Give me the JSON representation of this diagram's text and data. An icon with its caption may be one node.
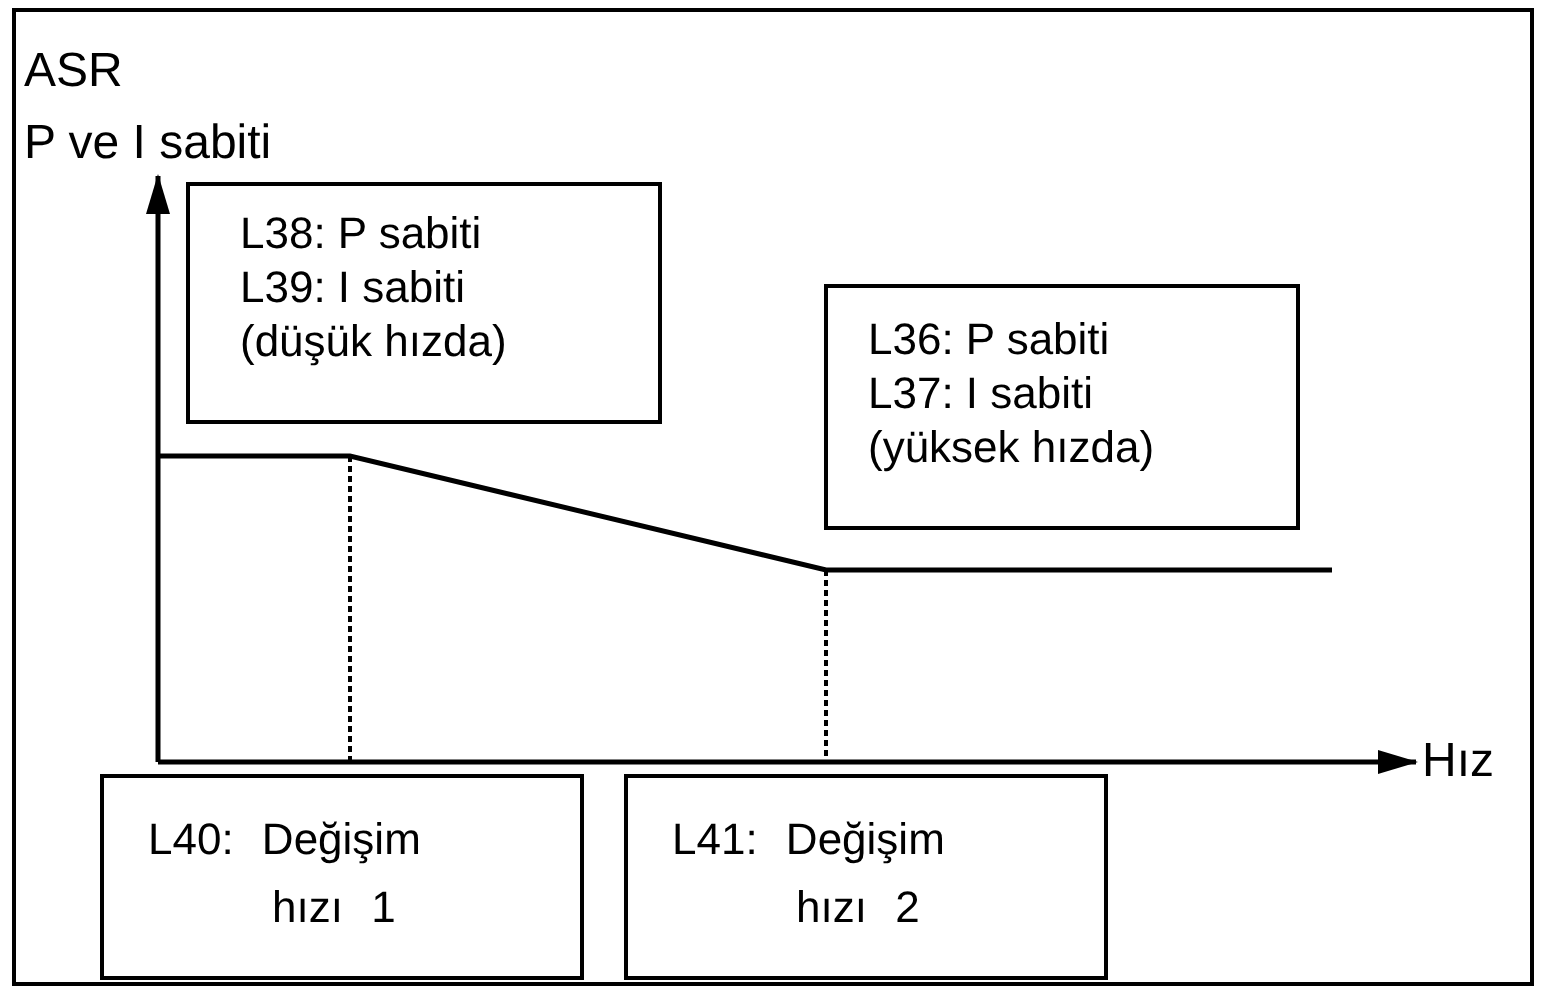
{
  "diagram": {
    "nodes": [
      {
        "text": [
          "L38: P sabiti",
          "L39: I sabiti",
          "(düşük hızda)"
        ]
      },
      {
        "text": [
          "L36: P sabiti",
          "L37: I sabiti",
          "(yüksek hızda)"
        ]
      },
      {
        "text": [
          "L40: Değişim hızı 1"
        ]
      },
      {
        "text": [
          "L41: Değişim hızı 2"
        ]
      }
    ],
    "edges": [],
    "labels": [
      "ASR",
      "P ve I sabiti",
      "Hız"
    ]
  }
}
